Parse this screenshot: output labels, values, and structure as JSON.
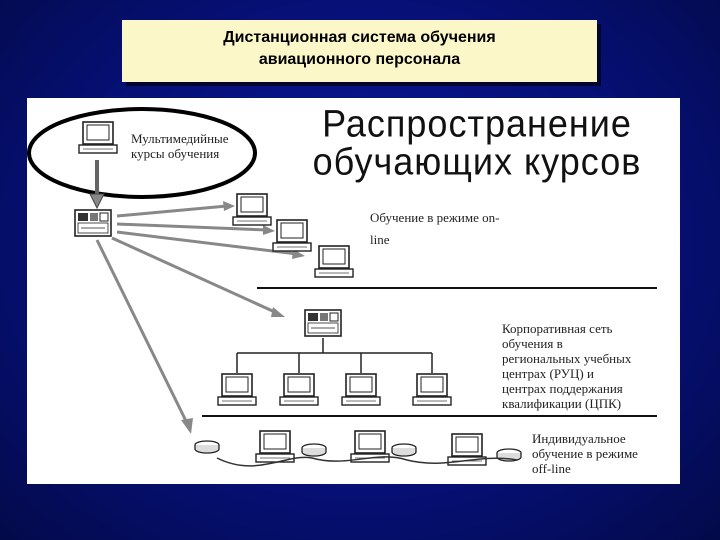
{
  "title": {
    "line1": "Дистанционная система обучения",
    "line2": "авиационного персонала"
  },
  "diagram": {
    "heading_line1": "Распространение",
    "heading_line2": "обучающих курсов",
    "multimedia_label_line1": "Мультимедийные",
    "multimedia_label_line2": "курсы обучения",
    "online_label_line1": "Обучение в режиме on-",
    "online_label_line2": "line",
    "corporate_label": [
      "Корпоративная сеть",
      "обучения в",
      "региональных учебных",
      "центрах (РУЦ) и",
      "центрах поддержания",
      "квалификации (ЦПК)"
    ],
    "offline_label": [
      "Индивидуальное",
      "обучение в режиме",
      "off-line"
    ]
  },
  "colors": {
    "background": "#061078",
    "title_box": "#fbf7c8",
    "diagram_bg": "#ffffff"
  }
}
